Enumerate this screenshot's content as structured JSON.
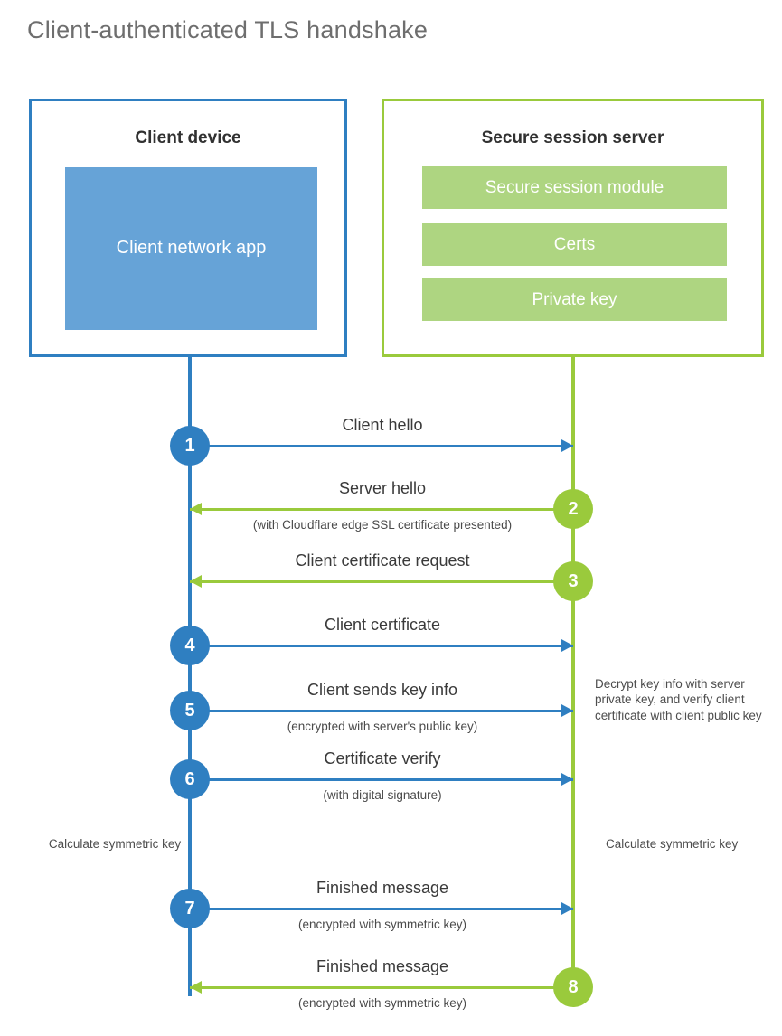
{
  "page": {
    "title": "Client-authenticated TLS handshake",
    "colors": {
      "client_blue": "#2f7fc1",
      "client_app_fill": "#66a3d7",
      "server_green": "#9aca3c",
      "server_block_fill": "#aed581",
      "title_gray": "#6e6e6e",
      "text_dark": "#313131",
      "background": "#ffffff"
    }
  },
  "client": {
    "title": "Client device",
    "app_label": "Client network app"
  },
  "server": {
    "title": "Secure session server",
    "blocks": [
      "Secure session module",
      "Certs",
      "Private key"
    ]
  },
  "steps": [
    {
      "number": "1",
      "label": "Client hello",
      "sub": "",
      "direction": "client-to-server",
      "color": "blue"
    },
    {
      "number": "2",
      "label": "Server hello",
      "sub": "(with Cloudflare edge SSL certificate presented)",
      "direction": "server-to-client",
      "color": "green"
    },
    {
      "number": "3",
      "label": "Client certificate request",
      "sub": "",
      "direction": "server-to-client",
      "color": "green"
    },
    {
      "number": "4",
      "label": "Client certificate",
      "sub": "",
      "direction": "client-to-server",
      "color": "blue"
    },
    {
      "number": "5",
      "label": "Client sends key info",
      "sub": "(encrypted with server's public key)",
      "direction": "client-to-server",
      "color": "blue"
    },
    {
      "number": "6",
      "label": "Certificate verify",
      "sub": "(with digital signature)",
      "direction": "client-to-server",
      "color": "blue"
    },
    {
      "number": "7",
      "label": "Finished message",
      "sub": "(encrypted with symmetric key)",
      "direction": "client-to-server",
      "color": "blue"
    },
    {
      "number": "8",
      "label": "Finished message",
      "sub": "(encrypted with symmetric key)",
      "direction": "server-to-client",
      "color": "green"
    }
  ],
  "annotations": {
    "decrypt_note": "Decrypt key info with server private key, and verify client certificate with client public key",
    "calculate_key_client": "Calculate symmetric key",
    "calculate_key_server": "Calculate symmetric key"
  }
}
